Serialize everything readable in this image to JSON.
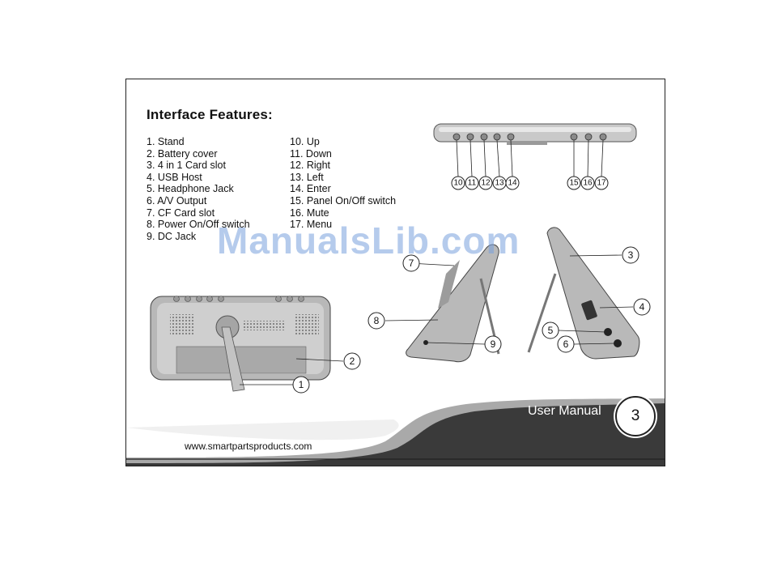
{
  "title": "Interface Features:",
  "features_left": [
    "1. Stand",
    "2. Battery cover",
    "3. 4 in 1 Card slot",
    "4. USB Host",
    "5. Headphone Jack",
    "6. A/V Output",
    "7. CF Card slot",
    "8. Power On/Off switch",
    "9. DC Jack"
  ],
  "features_right": [
    "10. Up",
    "11. Down",
    "12. Right",
    "13. Left",
    "14. Enter",
    "15. Panel On/Off switch",
    "16. Mute",
    "17. Menu"
  ],
  "callouts": {
    "top": [
      "10",
      "11",
      "12",
      "13",
      "14",
      "15",
      "16",
      "17"
    ],
    "back": [
      "1",
      "2"
    ],
    "side_left": [
      "7",
      "8",
      "9"
    ],
    "side_right": [
      "3",
      "4",
      "5",
      "6"
    ]
  },
  "footer": {
    "url": "www.smartpartsproducts.com",
    "manual_label": "User Manual",
    "page_number": "3"
  },
  "watermark": "ManualsLib.com",
  "colors": {
    "band_dark": "#3a3a3a",
    "band_mid": "#9a9a9a",
    "device_gray": "#b8b8b8"
  }
}
